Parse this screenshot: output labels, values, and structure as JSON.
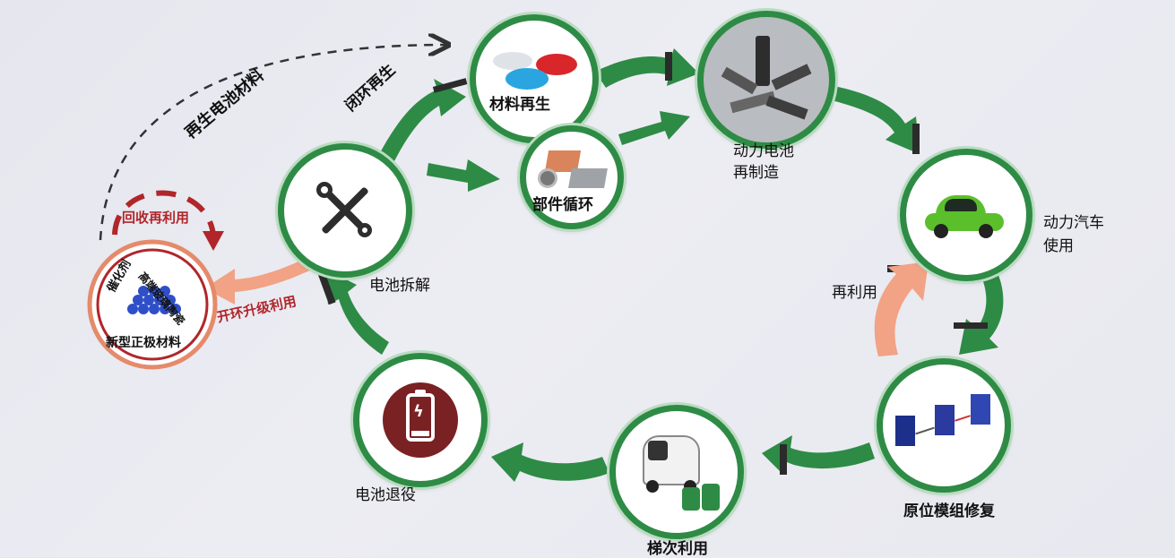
{
  "colors": {
    "green": "#2e8b45",
    "salmon": "#f2a285",
    "red": "#b0262a",
    "dark": "#222"
  },
  "nodes": {
    "material_regen": {
      "label": "材料再生",
      "icon": "material-powders-icon"
    },
    "part_cycle": {
      "label": "部件循环",
      "icon": "copper-foil-icon"
    },
    "battery_reman": {
      "label": "动力电池\n再制造",
      "line1": "动力电池",
      "line2": "再制造",
      "icon": "battery-cells-icon"
    },
    "ev_use": {
      "label": "动力汽车使用",
      "line1": "动力汽车",
      "line2": "使用",
      "icon": "green-car-icon"
    },
    "module_repair": {
      "label": "原位模组修复",
      "icon": "module-injection-icon"
    },
    "cascade_use": {
      "label": "梯次利用",
      "icon": "mini-ev-icon"
    },
    "battery_retire": {
      "label": "电池退役",
      "icon": "low-battery-icon"
    },
    "battery_dismantle": {
      "label": "电池拆解",
      "icon": "wrench-screwdriver-icon"
    },
    "cathode": {
      "label": "新型正极材料",
      "left_text": "催化剂",
      "right_text": "高端玻璃陶瓷",
      "icon": "cathode-spheres-icon"
    }
  },
  "edges": {
    "closed_loop": "闭环再生",
    "recycled_material": "再生电池材料",
    "recover_reuse": "回收再利用",
    "open_upgrade": "开环升级利用",
    "reuse": "再利用"
  }
}
